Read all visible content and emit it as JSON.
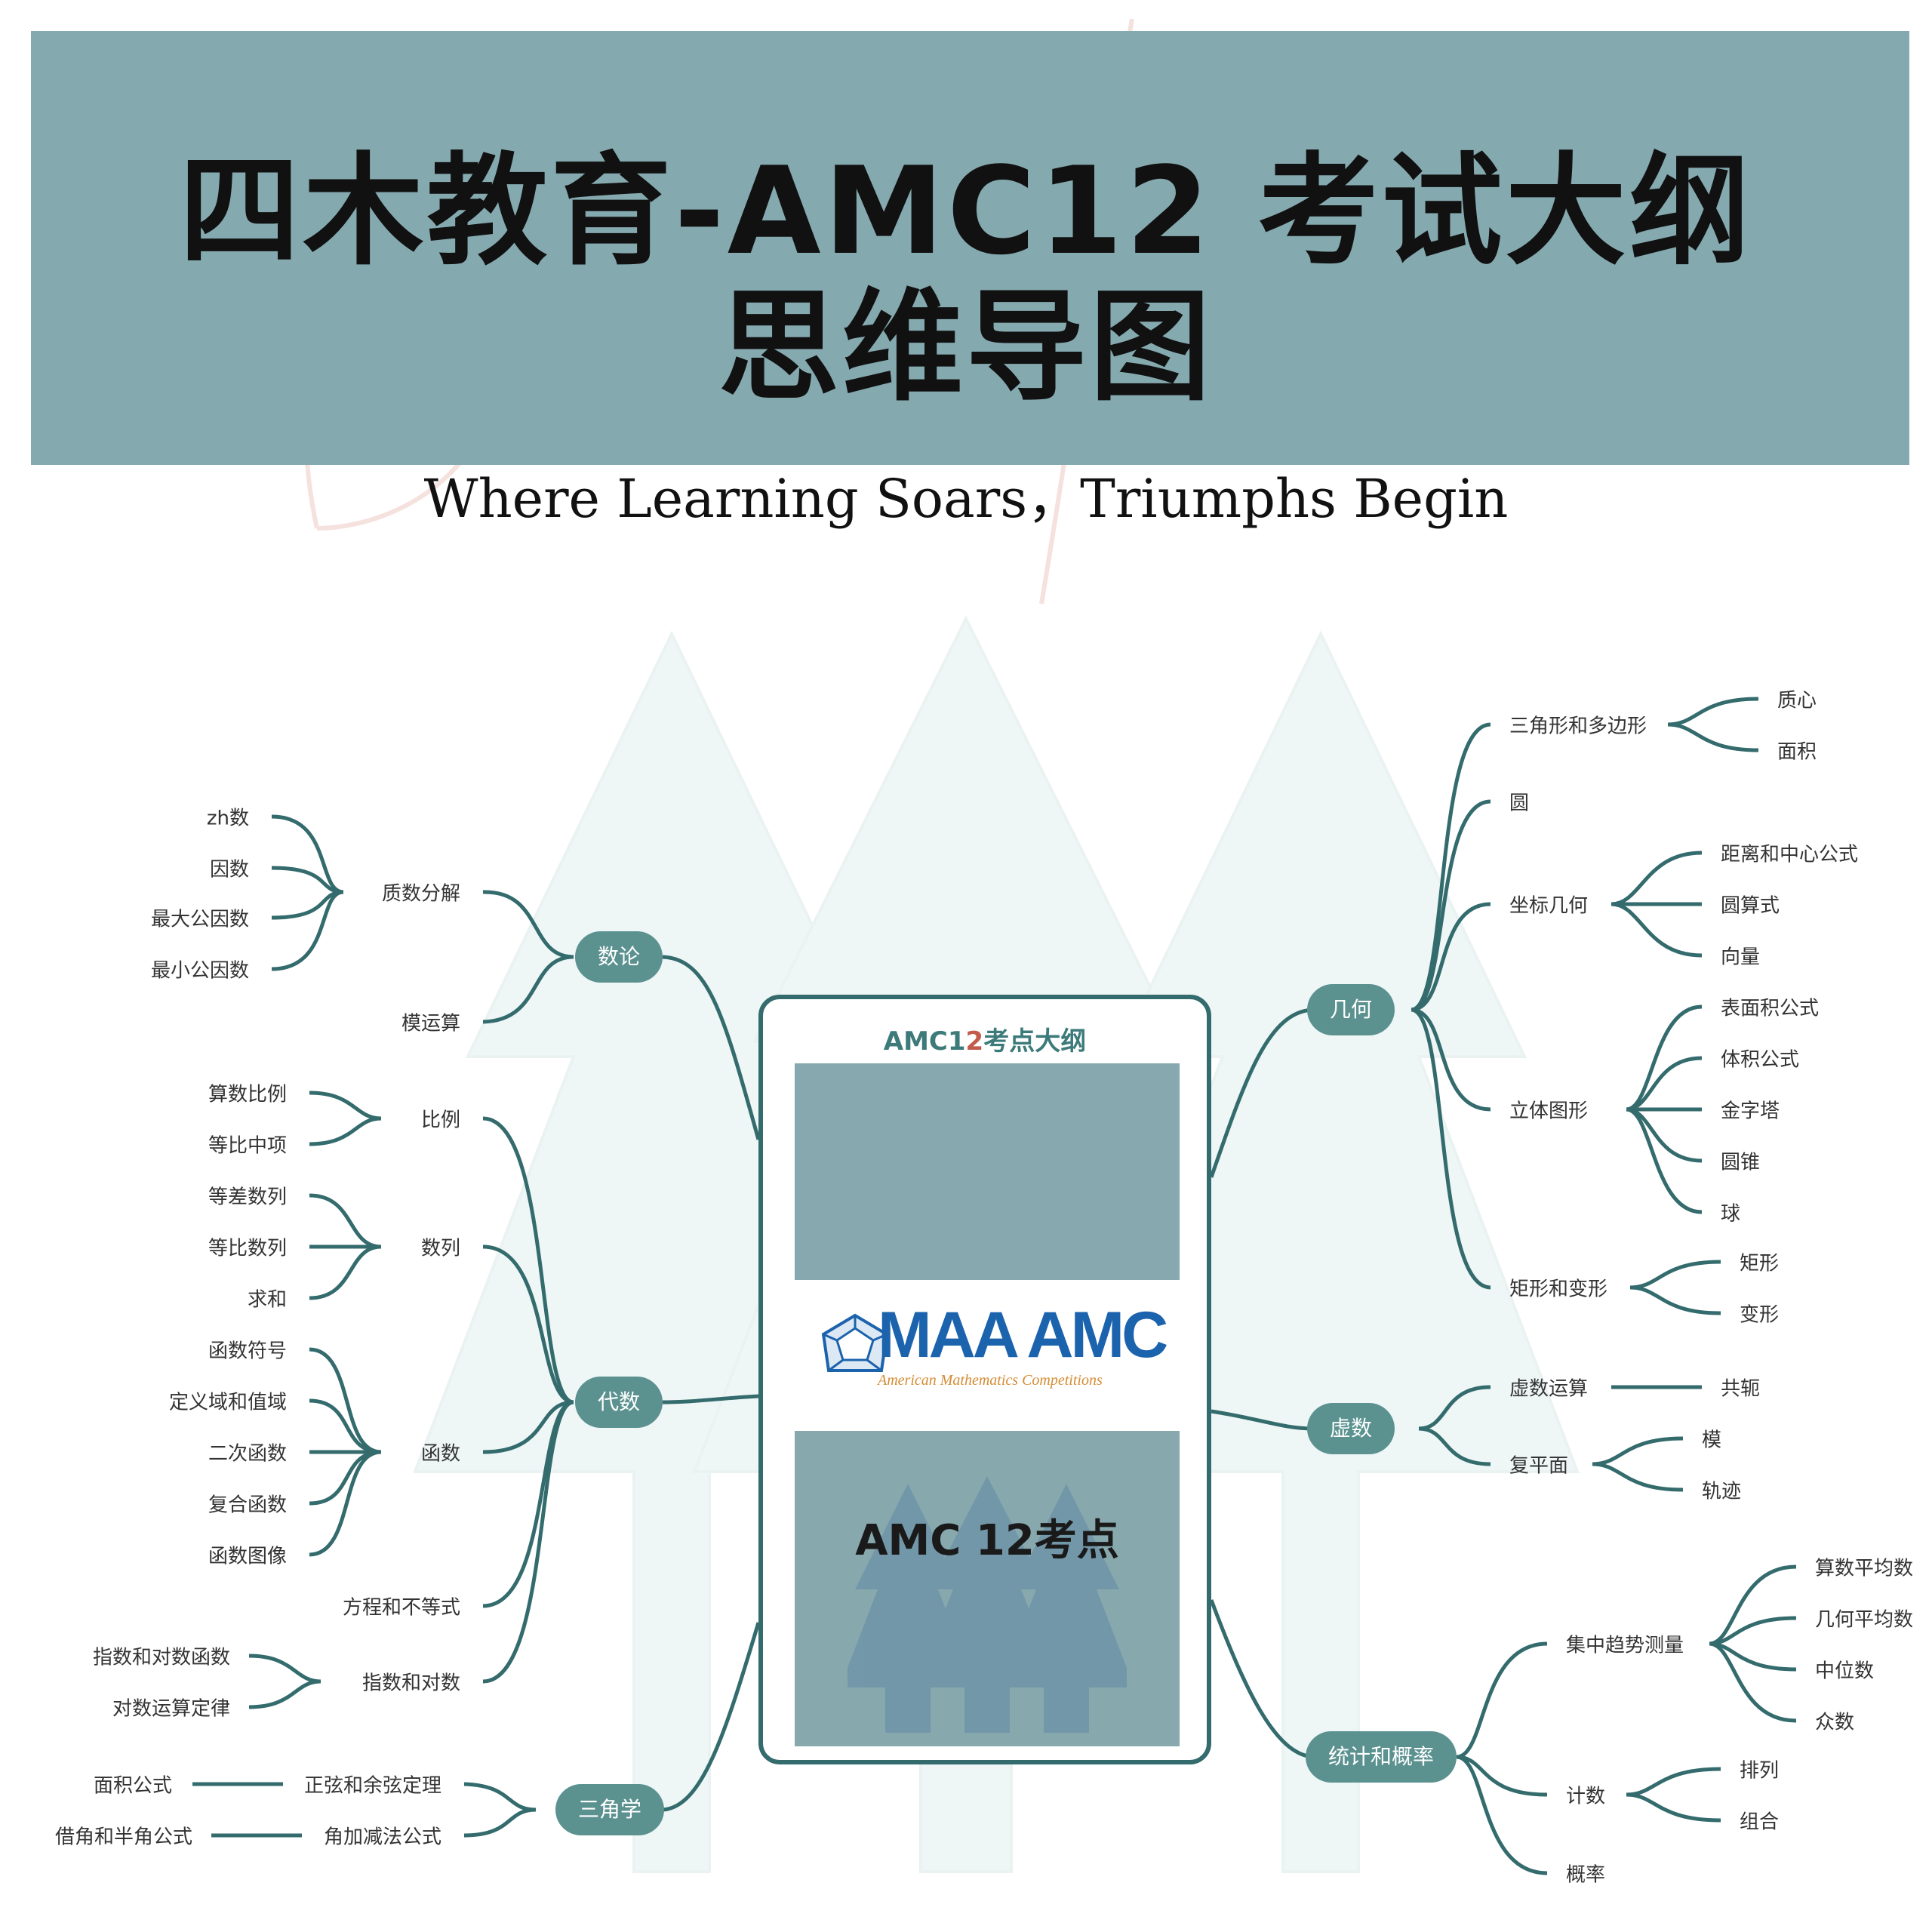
{
  "header": {
    "title_line1": "四木教育-AMC12 考试大纲",
    "title_line2": "思维导图",
    "tagline": "Where Learning Soars，Triumphs Begin"
  },
  "center": {
    "title_a": "AMC1",
    "title_b": "2",
    "title_c": "考点大纲",
    "logo_text": "MAA AMC",
    "logo_sub": "American Mathematics Competitions",
    "poster_text": "AMC 12考点"
  },
  "colors": {
    "banner": "#84a9af",
    "branch": "#346b6d",
    "pill": "#5b9290",
    "logo_blue": "#1c63ad",
    "logo_orange": "#d58c33"
  },
  "mindmap": {
    "number_theory": {
      "label": "数论",
      "prime_factorization": {
        "label": "质数分解",
        "children": [
          "zh数",
          "因数",
          "最大公因数",
          "最小公因数"
        ]
      },
      "modular": {
        "label": "模运算"
      }
    },
    "algebra": {
      "label": "代数",
      "ratio": {
        "label": "比例",
        "children": [
          "算数比例",
          "等比中项"
        ]
      },
      "sequence": {
        "label": "数列",
        "children": [
          "等差数列",
          "等比数列",
          "求和"
        ]
      },
      "function": {
        "label": "函数",
        "children": [
          "函数符号",
          "定义域和值域",
          "二次函数",
          "复合函数",
          "函数图像"
        ]
      },
      "equation": {
        "label": "方程和不等式"
      },
      "exp_log": {
        "label": "指数和对数",
        "children": [
          "指数和对数函数",
          "对数运算定律"
        ]
      }
    },
    "trigonometry": {
      "label": "三角学",
      "sine_cosine": {
        "label": "正弦和余弦定理",
        "child": "面积公式"
      },
      "angle_sum": {
        "label": "角加减法公式",
        "child": "借角和半角公式"
      }
    },
    "geometry": {
      "label": "几何",
      "triangle": {
        "label": "三角形和多边形",
        "children": [
          "质心",
          "面积"
        ]
      },
      "circle": {
        "label": "圆"
      },
      "coordinate": {
        "label": "坐标几何",
        "children": [
          "距离和中心公式",
          "圆算式",
          "向量"
        ]
      },
      "solid": {
        "label": "立体图形",
        "children": [
          "表面积公式",
          "体积公式",
          "金字塔",
          "圆锥",
          "球"
        ]
      },
      "rectangle": {
        "label": "矩形和变形",
        "children": [
          "矩形",
          "变形"
        ]
      }
    },
    "complex": {
      "label": "虚数",
      "operation": {
        "label": "虚数运算",
        "child": "共轭"
      },
      "plane": {
        "label": "复平面",
        "children": [
          "模",
          "轨迹"
        ]
      }
    },
    "statistics": {
      "label": "统计和概率",
      "central": {
        "label": "集中趋势测量",
        "children": [
          "算数平均数",
          "几何平均数",
          "中位数",
          "众数"
        ]
      },
      "counting": {
        "label": "计数",
        "children": [
          "排列",
          "组合"
        ]
      },
      "probability": {
        "label": "概率"
      }
    }
  }
}
